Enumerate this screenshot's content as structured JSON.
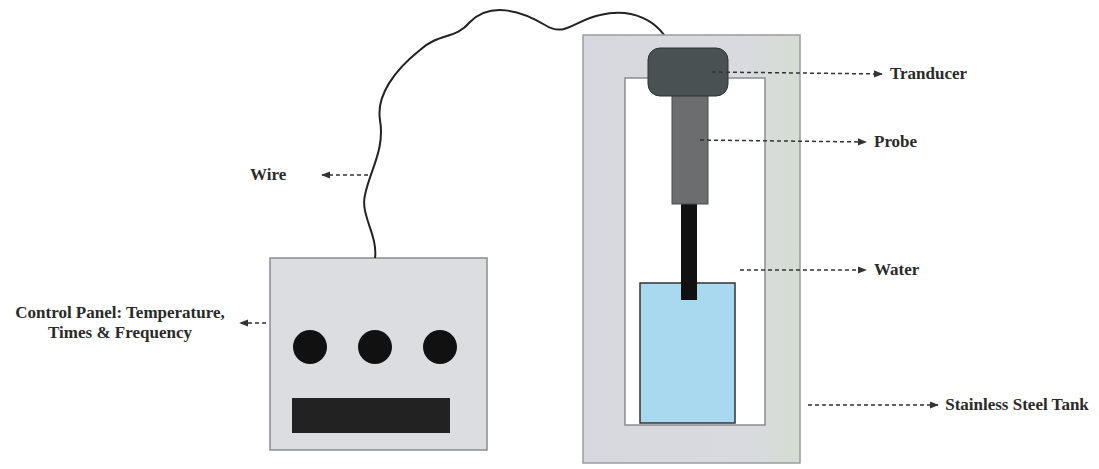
{
  "diagram": {
    "labels": [
      "Wire",
      "Tranducer",
      "Probe",
      "Water",
      "Stainless Steel Tank",
      "Control Panel: Temperature, Times & Frequency"
    ]
  }
}
